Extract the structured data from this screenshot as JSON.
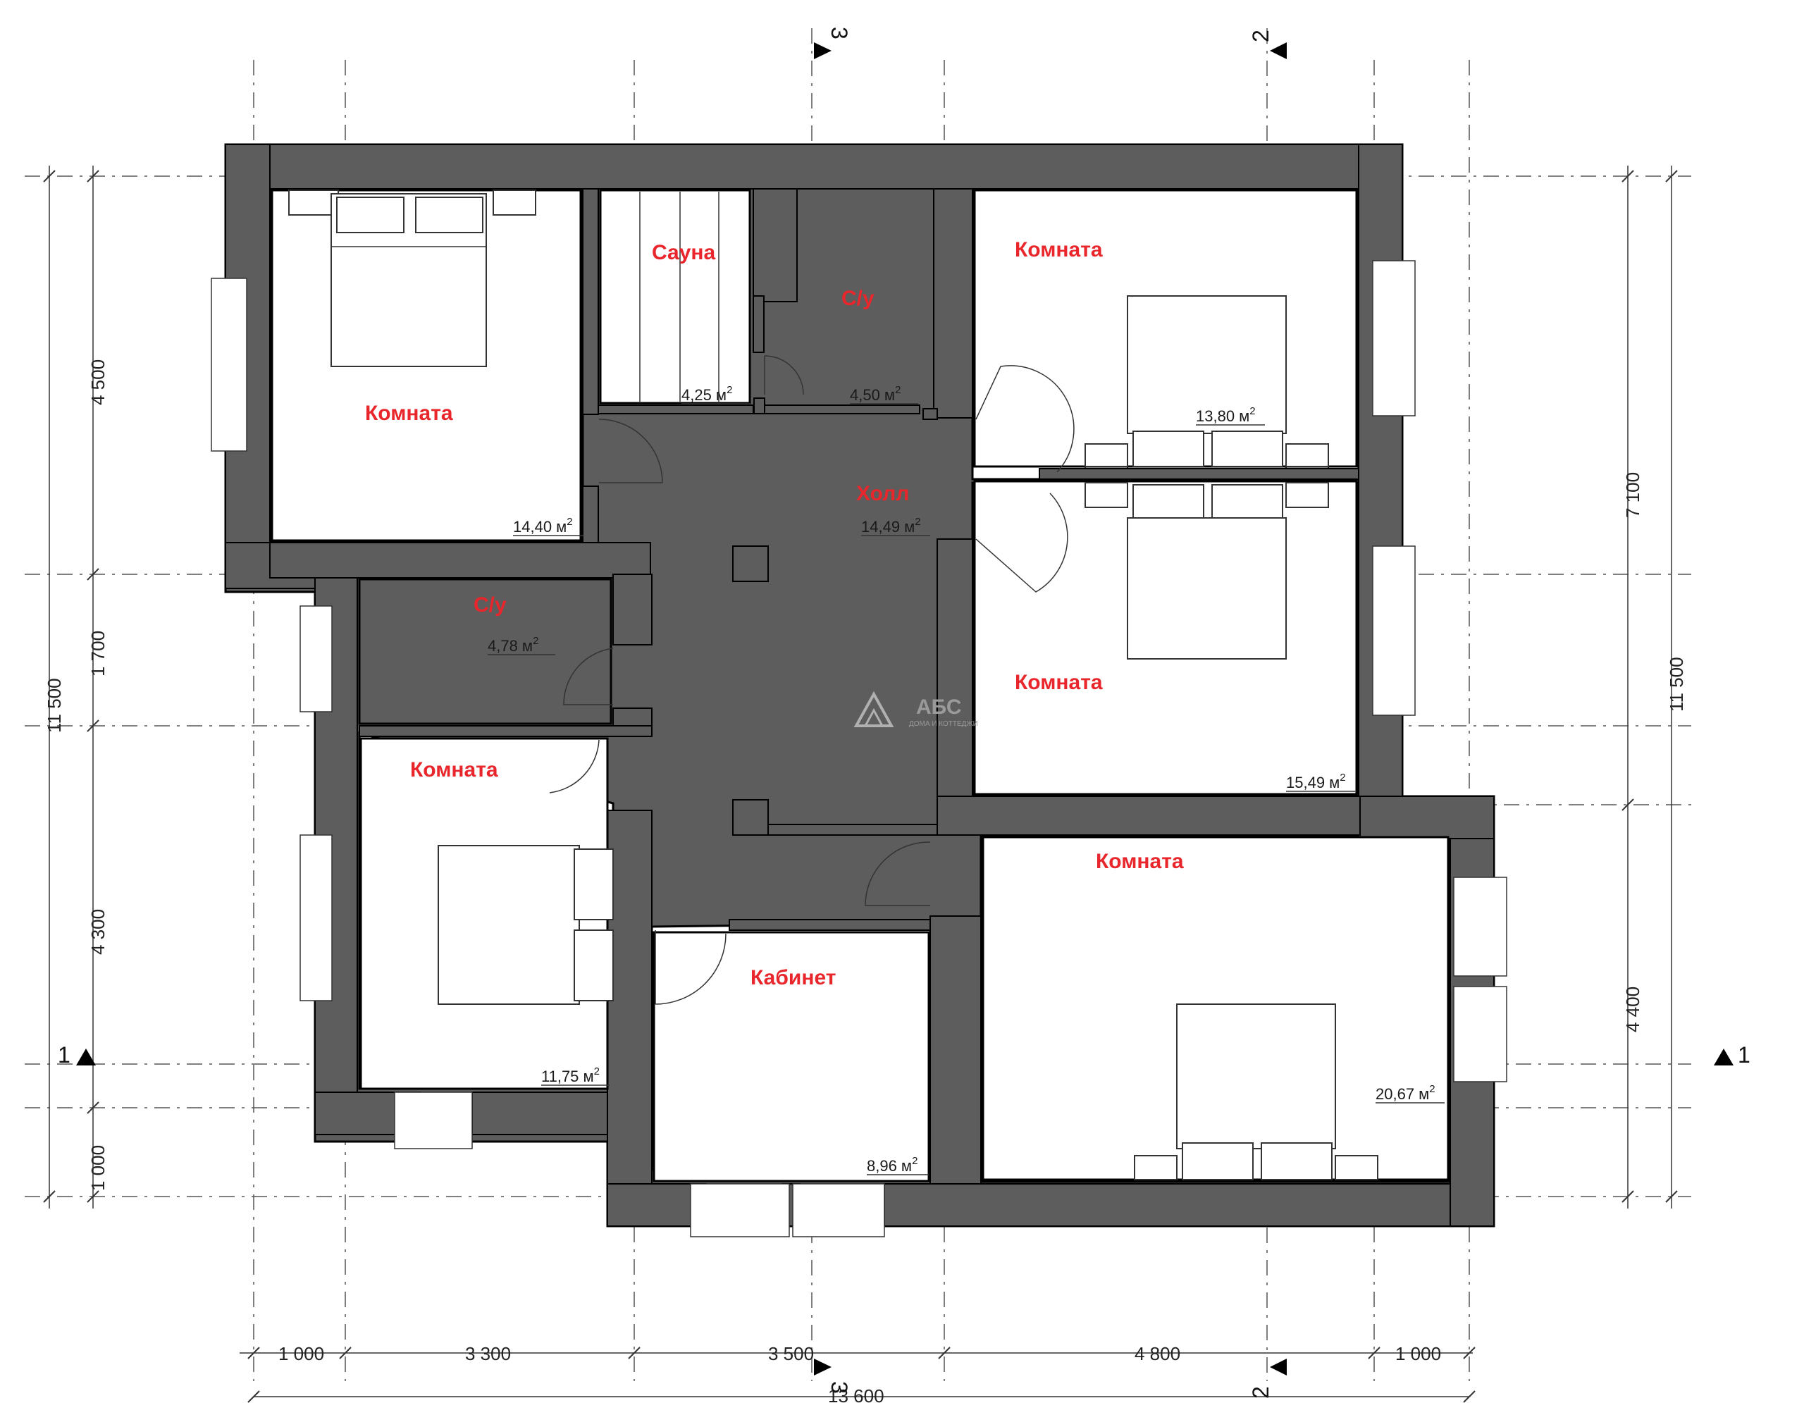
{
  "rooms": {
    "room_nw": {
      "name": "Комната",
      "area": "14,40 м"
    },
    "sauna": {
      "name": "Сауна",
      "area": "4,25 м"
    },
    "wc_north": {
      "name": "С/у",
      "area": "4,50 м"
    },
    "room_ne": {
      "name": "Комната",
      "area": "13,80 м"
    },
    "hall": {
      "name": "Холл",
      "area": "14,49 м"
    },
    "wc_west": {
      "name": "С/у",
      "area": "4,78 м"
    },
    "room_e": {
      "name": "Комната",
      "area": "15,49 м"
    },
    "room_sw": {
      "name": "Комната",
      "area": "11,75 м"
    },
    "office": {
      "name": "Кабинет",
      "area": "8,96 м"
    },
    "room_se": {
      "name": "Комната",
      "area": "20,67 м"
    }
  },
  "area_unit_sup": "2",
  "dimensions": {
    "bottom_segments": [
      "1 000",
      "3 300",
      "3 500",
      "4 800",
      "1 000"
    ],
    "bottom_total": "13 600",
    "left_segments": [
      "4 500",
      "1 700",
      "4 300",
      "1 000"
    ],
    "left_total": "11 500",
    "right_segments": [
      "7 100",
      "4 400"
    ],
    "right_total": "11 500"
  },
  "axes": {
    "section_1": "1",
    "section_2": "2",
    "section_3": "3"
  },
  "logo": {
    "brand": "АБС",
    "tagline": "ДОМА И КОТТЕДЖИ"
  }
}
